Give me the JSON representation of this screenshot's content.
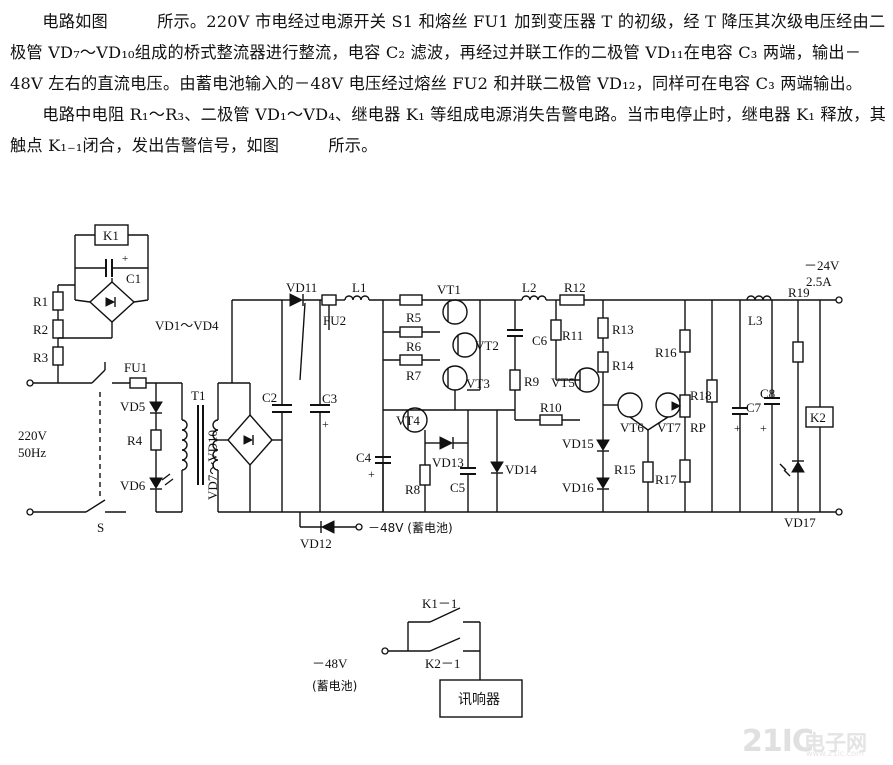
{
  "description": {
    "paragraph1": "电路如图　　　所示。220V 市电经过电源开关 S1 和熔丝 FU1 加到变压器 T 的初级，经 T 降压其次级电压经由二极管 VD₇～VD₁₀组成的桥式整流器进行整流，电容 C₂ 滤波，再经过并联工作的二极管 VD₁₁在电容 C₃ 两端，输出－48V 左右的直流电压。由蓄电池输入的－48V 电压经过熔丝 FU2 和并联二极管 VD₁₂，同样可在电容 C₃ 两端输出。",
    "paragraph2": "电路中电阻 R₁～R₃、二极管 VD₁～VD₄、继电器 K₁ 等组成电源消失告警电路。当市电停止时，继电器 K₁ 释放，其触点 K₁₋₁闭合，发出告警信号，如图　　　所示。"
  },
  "schematic": {
    "relay_k1": "K1",
    "cap_c1": "C1",
    "r1": "R1",
    "r2": "R2",
    "r3": "R3",
    "bridge_vd1_vd4": "VD1～VD4",
    "mains_voltage": "220V",
    "mains_freq": "50Hz",
    "fuse_fu1": "FU1",
    "vd5": "VD5",
    "r4": "R4",
    "vd6": "VD6",
    "switch_s": "S",
    "transformer_t1": "T1",
    "bridge_vd7_vd10": "VD7～VD10",
    "c2": "C2",
    "c3": "C3",
    "vd11": "VD11",
    "fu2": "FU2",
    "vd12": "VD12",
    "battery_label": "－48V (蓄电池)",
    "l1": "L1",
    "l2": "L2",
    "l3": "L3",
    "r5": "R5",
    "r6": "R6",
    "r7": "R7",
    "r8": "R8",
    "r9": "R9",
    "r10": "R10",
    "r11": "R11",
    "r12": "R12",
    "r13": "R13",
    "r14": "R14",
    "r15": "R15",
    "r16": "R16",
    "r17": "R17",
    "r18": "R18",
    "r19": "R19",
    "vt1": "VT1",
    "vt2": "VT2",
    "vt3": "VT3",
    "vt4": "VT4",
    "vt5": "VT5",
    "vt6": "VT6",
    "vt7": "VT7",
    "c4": "C4",
    "c5": "C5",
    "c6": "C6",
    "c7": "C7",
    "c8": "C8",
    "vd13": "VD13",
    "vd14": "VD14",
    "vd15": "VD15",
    "vd16": "VD16",
    "vd17": "VD17",
    "rp": "RP",
    "out_voltage": "－24V",
    "out_current": "2.5A",
    "relay_k2": "K2"
  },
  "alarm": {
    "k1_1": "K1－1",
    "k2_1": "K2－1",
    "voltage": "－48V",
    "source": "(蓄电池)",
    "buzzer": "讯响器"
  },
  "watermark": {
    "num": "21IC",
    "cn": "电子网",
    "url": "www.21ic.com"
  }
}
